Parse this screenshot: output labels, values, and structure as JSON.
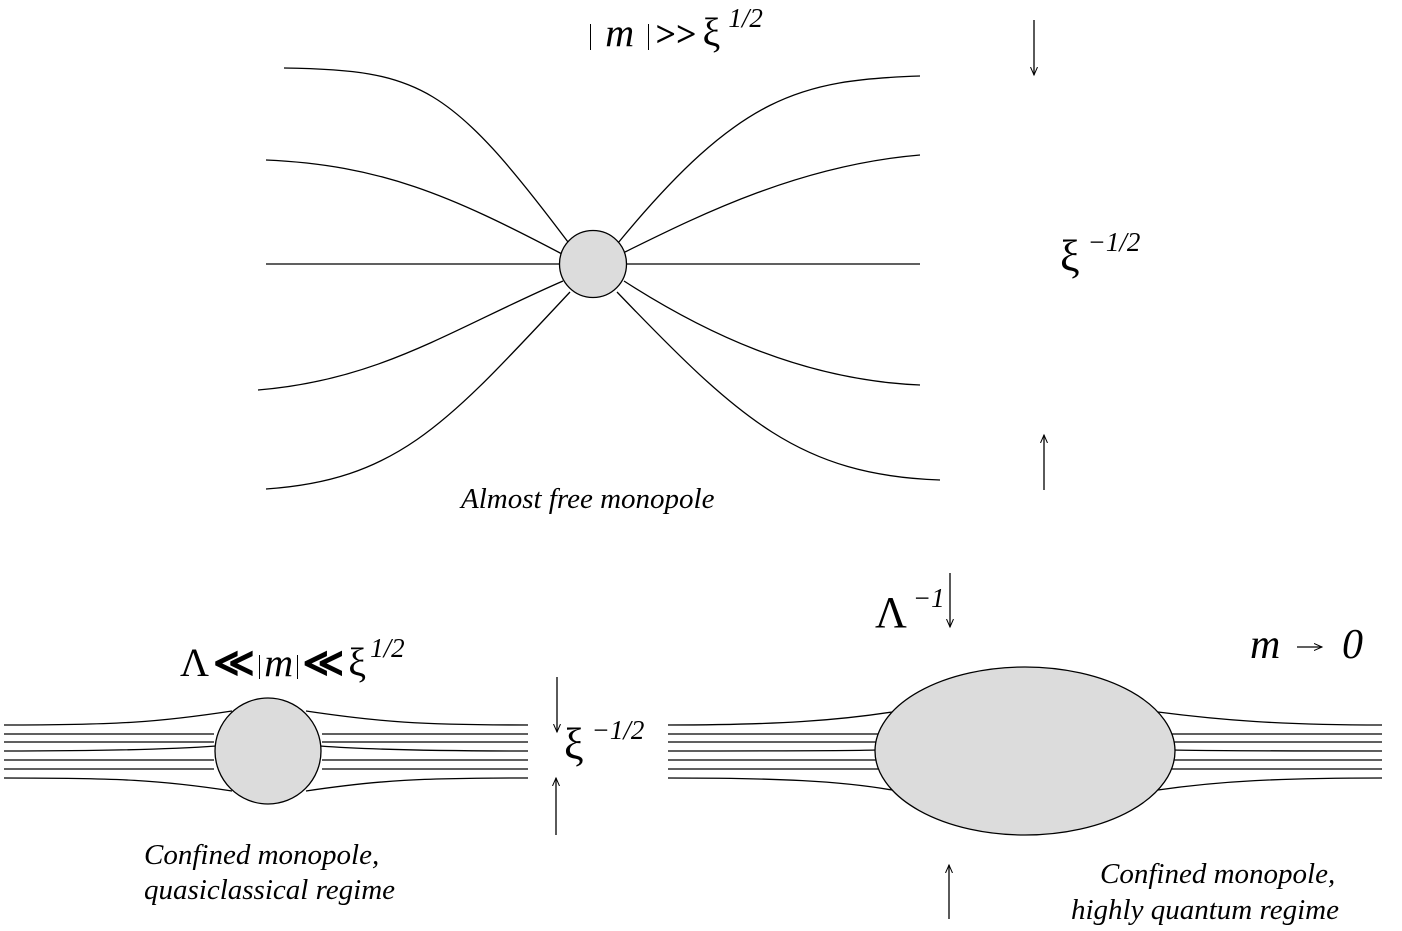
{
  "colors": {
    "line": "#000000",
    "fill": "#dcdcdc",
    "background": "#ffffff"
  },
  "panel_top": {
    "condition": {
      "lhs": "m",
      "op": ">>",
      "rhs": "ξ",
      "exp": "1/2"
    },
    "width_label": {
      "base": "ξ",
      "exp": "−1/2"
    },
    "caption": "Almost free monopole"
  },
  "panel_bottom_left": {
    "condition": {
      "lo": "Λ",
      "op1": "≪",
      "mid": "m",
      "op2": "≪",
      "hi": "ξ",
      "exp": "1/2"
    },
    "width_label": {
      "base": "ξ",
      "exp": "−1/2"
    },
    "caption_line1": "Confined monopole,",
    "caption_line2": "quasiclassical regime"
  },
  "panel_bottom_right": {
    "size_label": {
      "base": "Λ",
      "exp": "−1"
    },
    "limit": {
      "lhs": "m",
      "rhs": "0"
    },
    "caption_line1": "Confined monopole,",
    "caption_line2": "highly quantum regime"
  }
}
